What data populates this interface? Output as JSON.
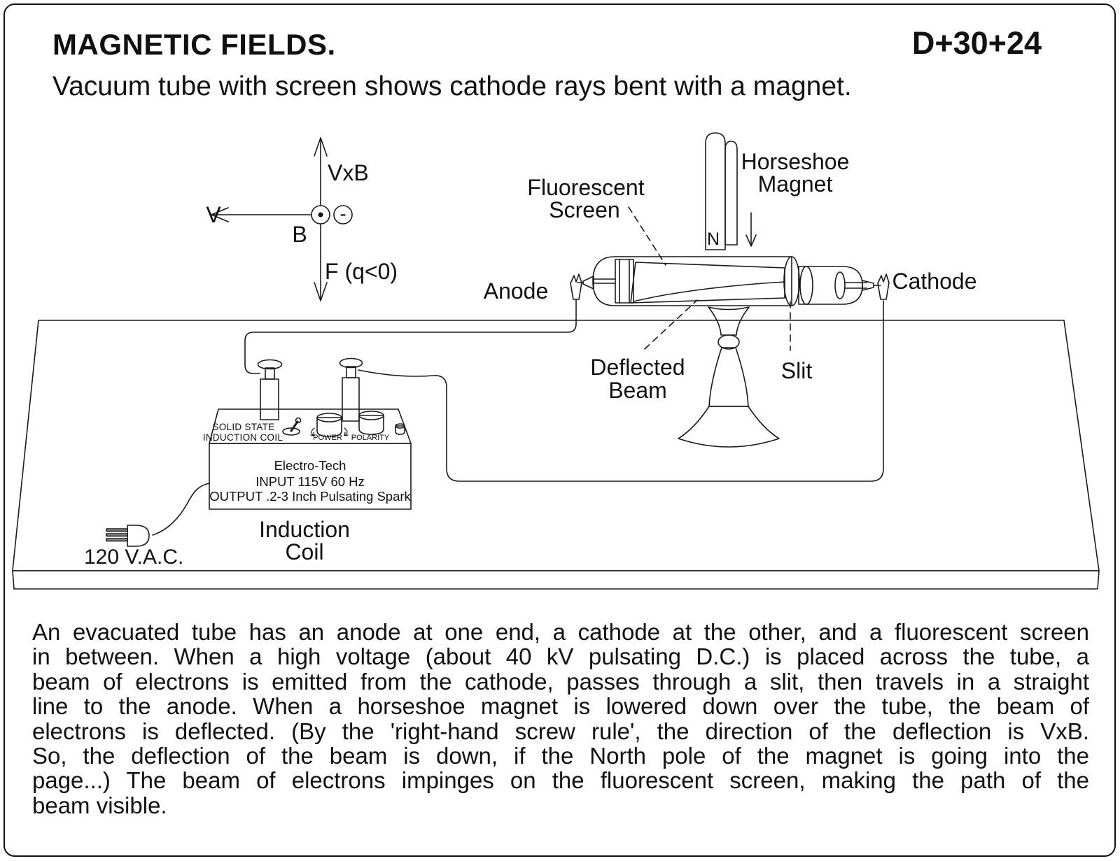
{
  "header": {
    "title": "MAGNETIC FIELDS.",
    "code": "D+30+24",
    "subtitle": "Vacuum tube with screen shows cathode rays bent with a magnet."
  },
  "vector_diagram": {
    "up_label": "VxB",
    "left_label": "V",
    "field_label": "B",
    "force_label": "F (q<0)",
    "charge_symbol": "-"
  },
  "apparatus": {
    "fluorescent_screen_line1": "Fluorescent",
    "fluorescent_screen_line2": "Screen",
    "horseshoe_magnet_line1": "Horseshoe",
    "horseshoe_magnet_line2": "Magnet",
    "magnet_pole": "N",
    "anode_label": "Anode",
    "cathode_label": "Cathode",
    "deflected_beam_line1": "Deflected",
    "deflected_beam_line2": "Beam",
    "slit_label": "Slit"
  },
  "induction_coil": {
    "top_label_line1": "SOLID STATE",
    "top_label_line2": "INDUCTION COIL",
    "power_knob_label": "POWER",
    "polarity_knob_label": "POLARITY",
    "front_line1": "Electro-Tech",
    "front_line2": "INPUT 115V 60 Hz",
    "front_line3": "OUTPUT .2-3 Inch Pulsating Spark",
    "caption_line1": "Induction",
    "caption_line2": "Coil",
    "power_source_label": "120 V.A.C."
  },
  "description": {
    "lines": [
      "An evacuated tube has an anode at one end, a cathode at the other, and a fluorescent screen",
      "in between.  When a high voltage (about 40 kV pulsating D.C.) is placed across the tube, a",
      "beam of electrons is emitted from the cathode, passes through a slit, then travels  in a straight",
      "line to the anode.  When a horseshoe magnet is lowered down over the tube, the beam of",
      "electrons is deflected. (By the 'right-hand screw rule', the direction of the deflection is VxB.",
      "So, the deflection of the beam is down, if the North pole of the magnet is going into the",
      "page...)  The beam of electrons impinges on the fluorescent screen, making the path of the",
      "beam visible."
    ]
  },
  "colors": {
    "ink": "#1a1a1a",
    "background": "#ffffff",
    "box_fill": "#d7d7d7",
    "knob_fill": "#a6a6a6",
    "stand_fill": "#ececec",
    "magnet_back_fill": "#e6e6e6",
    "plug_fill": "#c9c9c9"
  }
}
